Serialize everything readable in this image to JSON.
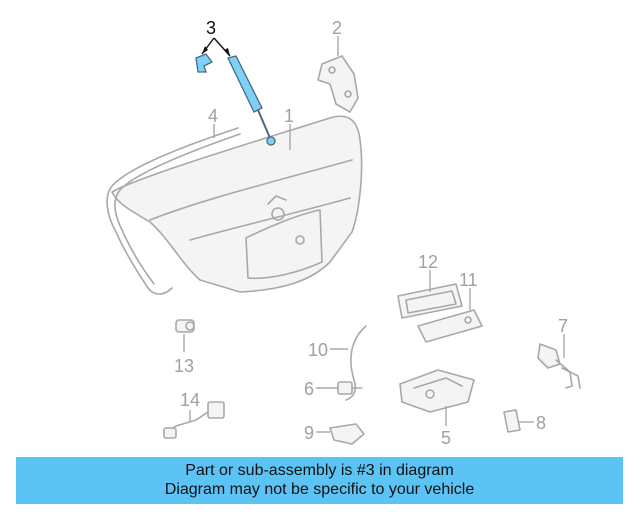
{
  "diagram": {
    "callouts": {
      "c1": "1",
      "c2": "2",
      "c3": "3",
      "c4": "4",
      "c5": "5",
      "c6": "6",
      "c7": "7",
      "c8": "8",
      "c9": "9",
      "c10": "10",
      "c11": "11",
      "c12": "12",
      "c13": "13",
      "c14": "14"
    },
    "highlighted_part": "3",
    "colors": {
      "highlight": "#7fd0f7",
      "line": "#a8a8a8",
      "banner": "#5cc3f5"
    }
  },
  "banner": {
    "line1": "Part or sub-assembly is #3 in diagram",
    "line2": "Diagram may not be specific to your vehicle"
  }
}
